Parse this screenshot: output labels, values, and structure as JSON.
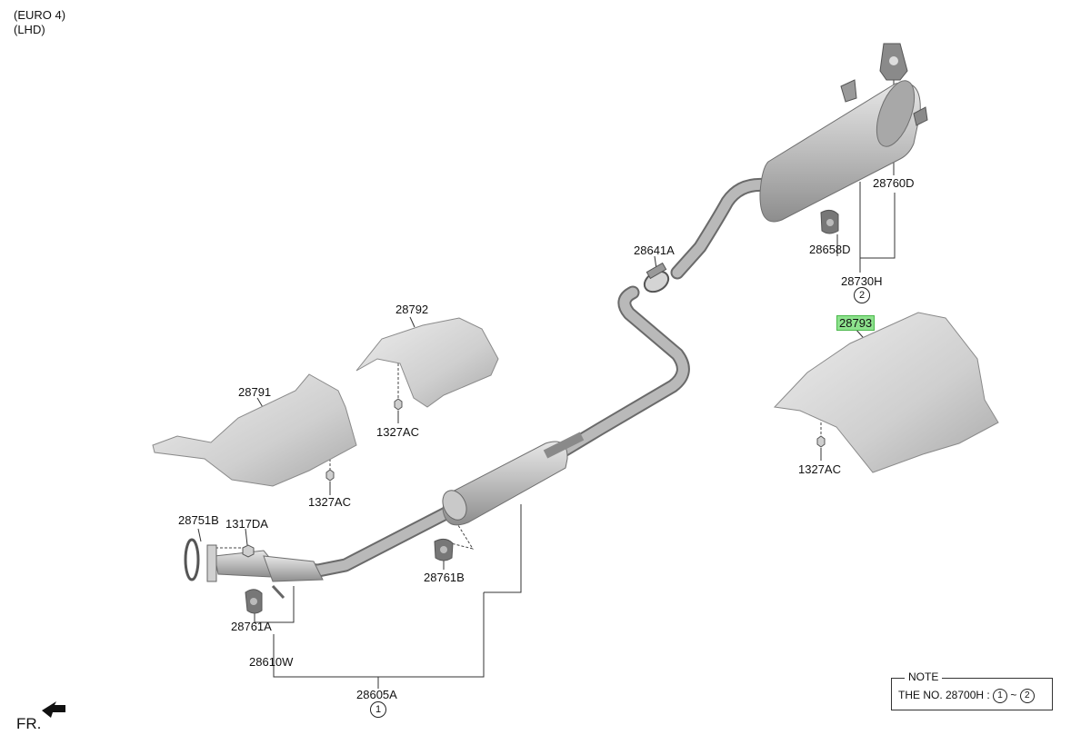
{
  "header": {
    "line1": "(EURO 4)",
    "line2": "(LHD)"
  },
  "parts": {
    "p28791": "28791",
    "p28792": "28792",
    "p28793": "28793",
    "p1327AC_a": "1327AC",
    "p1327AC_b": "1327AC",
    "p1327AC_c": "1327AC",
    "p28751B": "28751B",
    "p1317DA": "1317DA",
    "p28761A": "28761A",
    "p28761B": "28761B",
    "p28610W": "28610W",
    "p28605A": "28605A",
    "p28641A": "28641A",
    "p28658D": "28658D",
    "p28760D": "28760D",
    "p28730H": "28730H"
  },
  "group_markers": {
    "g1": "1",
    "g2": "2"
  },
  "note": {
    "title": "NOTE",
    "text_prefix": "THE NO. 28700H :",
    "from": "1",
    "sep": "~",
    "to": "2"
  },
  "footer": {
    "direction": "FR."
  },
  "colors": {
    "highlight": "#8de28d",
    "part_fill": "#bdbdbd",
    "part_stroke": "#6f6f6f",
    "leader": "#333333"
  }
}
